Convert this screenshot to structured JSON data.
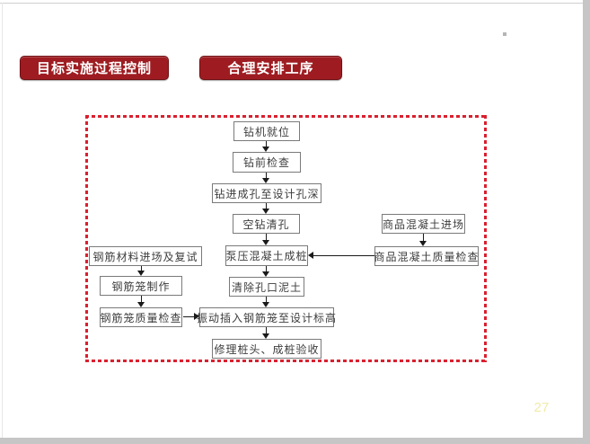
{
  "slide": {
    "page_number": "27",
    "title_buttons": [
      {
        "label": "目标实施过程控制"
      },
      {
        "label": "合理安排工序"
      }
    ]
  },
  "flowchart": {
    "main_flow": [
      "钻机就位",
      "钻前检查",
      "钻进成孔至设计孔深",
      "空钻清孔",
      "泵压混凝土成桩",
      "清除孔口泥土",
      "振动插入钢筋笼至设计标高",
      "修理桩头、成桩验收"
    ],
    "left_flow": [
      "钢筋材料进场及复试",
      "钢筋笼制作",
      "钢筋笼质量检查"
    ],
    "right_flow": [
      "商品混凝土进场",
      "商品混凝土质量检查"
    ],
    "connections": [
      {
        "from": "钻机就位",
        "to": "钻前检查"
      },
      {
        "from": "钻前检查",
        "to": "钻进成孔至设计孔深"
      },
      {
        "from": "钻进成孔至设计孔深",
        "to": "空钻清孔"
      },
      {
        "from": "空钻清孔",
        "to": "泵压混凝土成桩"
      },
      {
        "from": "泵压混凝土成桩",
        "to": "清除孔口泥土"
      },
      {
        "from": "清除孔口泥土",
        "to": "振动插入钢筋笼至设计标高"
      },
      {
        "from": "振动插入钢筋笼至设计标高",
        "to": "修理桩头、成桩验收"
      },
      {
        "from": "钢筋材料进场及复试",
        "to": "钢筋笼制作"
      },
      {
        "from": "钢筋笼制作",
        "to": "钢筋笼质量检查"
      },
      {
        "from": "钢筋笼质量检查",
        "to": "振动插入钢筋笼至设计标高"
      },
      {
        "from": "商品混凝土进场",
        "to": "商品混凝土质量检查"
      },
      {
        "from": "商品混凝土质量检查",
        "to": "泵压混凝土成桩"
      }
    ]
  },
  "colors": {
    "header_bg": "#9e1c21",
    "header_border": "#701014",
    "header_text": "#ffffff",
    "dashed_border": "#d9202f",
    "node_border": "#7a7a7a",
    "node_text": "#3d3d3d",
    "arrow": "#1a1a1a",
    "page_number": "#f1eba9",
    "slide_margin": "#c6c6c6"
  }
}
